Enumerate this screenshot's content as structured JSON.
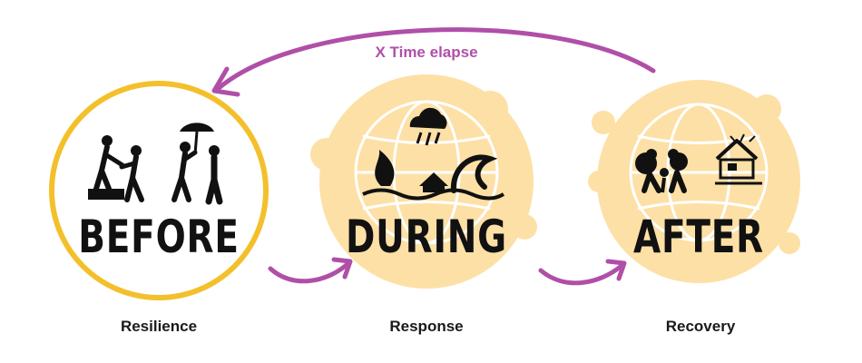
{
  "cycle": {
    "label": "X Time elapse"
  },
  "stages": [
    {
      "title": "BEFORE",
      "caption": "Resilience"
    },
    {
      "title": "DURING",
      "caption": "Response"
    },
    {
      "title": "AFTER",
      "caption": "Recovery"
    }
  ],
  "colors": {
    "accent": "#b04fa8",
    "ring": "#f3c02c",
    "blob": "#fde0a6",
    "ink": "#111111"
  },
  "icons": [
    "helping-people-icon",
    "disaster-storm-icon",
    "recovery-people-icon"
  ]
}
